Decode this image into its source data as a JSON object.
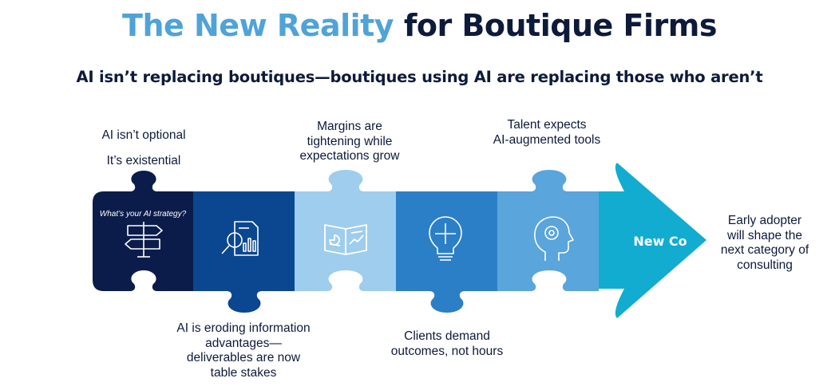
{
  "title": {
    "highlight": "The New Reality",
    "rest": "for Boutique Firms"
  },
  "subtitle": "AI isn’t replacing boutiques—boutiques using AI are replacing those who aren’t",
  "pieces": [
    {
      "color": "#0b1c4a",
      "question": "What’s your AI strategy?",
      "icon": "signpost-icon",
      "caption": [
        "AI isn’t optional",
        "It’s existential"
      ]
    },
    {
      "color": "#0a4790",
      "icon": "report-magnifier-icon",
      "caption": [
        "AI is eroding information",
        "advantages—",
        "deliverables are now",
        "table stakes"
      ]
    },
    {
      "color": "#9fcdee",
      "icon": "presentation-board-icon",
      "caption": [
        "Margins are",
        "tightening while",
        "expectations grow"
      ]
    },
    {
      "color": "#2b7fc7",
      "icon": "lightbulb-puzzle-icon",
      "caption": [
        "Clients demand",
        "outcomes, not hours"
      ]
    },
    {
      "color": "#5aa5db",
      "icon": "head-gear-icon",
      "caption": [
        "Talent expects",
        "AI-augmented tools"
      ]
    }
  ],
  "arrow": {
    "label": "New Co",
    "color": "#12acd0"
  },
  "final_caption": [
    "Early adopter",
    "will shape the",
    "next category of",
    "consulting"
  ],
  "colors": {
    "navy": "#0d1a3a",
    "accent": "#4fa3d8",
    "icon_stroke": "#ffffff"
  }
}
